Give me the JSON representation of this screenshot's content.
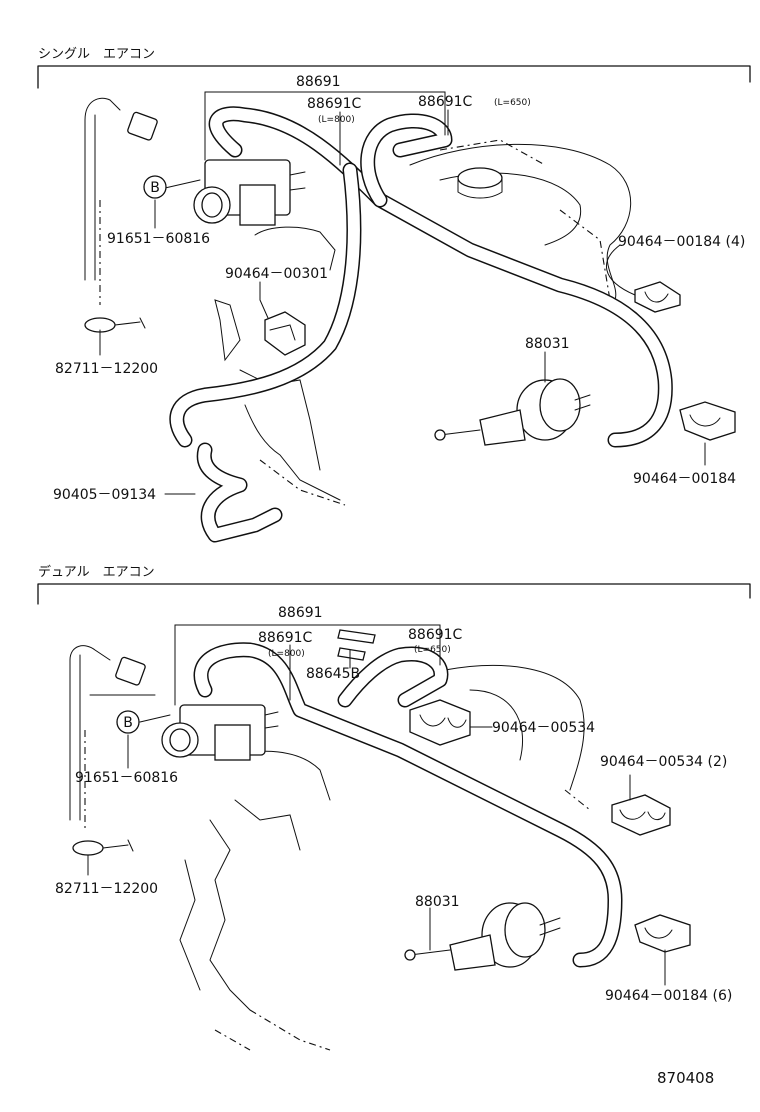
{
  "sections": [
    {
      "title": "シングル　エアコン",
      "labels": {
        "p88691": "88691",
        "p88691c_a": "88691C",
        "p88691c_a_len": "(L=800)",
        "p88691c_b": "88691C",
        "p88691c_b_len": "(L=650)",
        "badge_b": "B",
        "p91651": "91651－60816",
        "p82711": "82711－12200",
        "p90464_301": "90464－00301",
        "p90464_184x4": "90464－00184 (4)",
        "p88031": "88031",
        "p90464_184": "90464－00184",
        "p90405": "90405－09134"
      }
    },
    {
      "title": "デュアル　エアコン",
      "labels": {
        "p88691": "88691",
        "p88691c_a": "88691C",
        "p88691c_a_len": "(L=800)",
        "p88691c_b": "88691C",
        "p88691c_b_len": "(L=650)",
        "p88645b": "88645B",
        "badge_b": "B",
        "p91651": "91651－60816",
        "p82711": "82711－12200",
        "p90464_534": "90464－00534",
        "p90464_534x2": "90464－00534 (2)",
        "p88031": "88031",
        "p90464_184x6": "90464－00184 (6)"
      }
    }
  ],
  "diagram_code": "870408"
}
